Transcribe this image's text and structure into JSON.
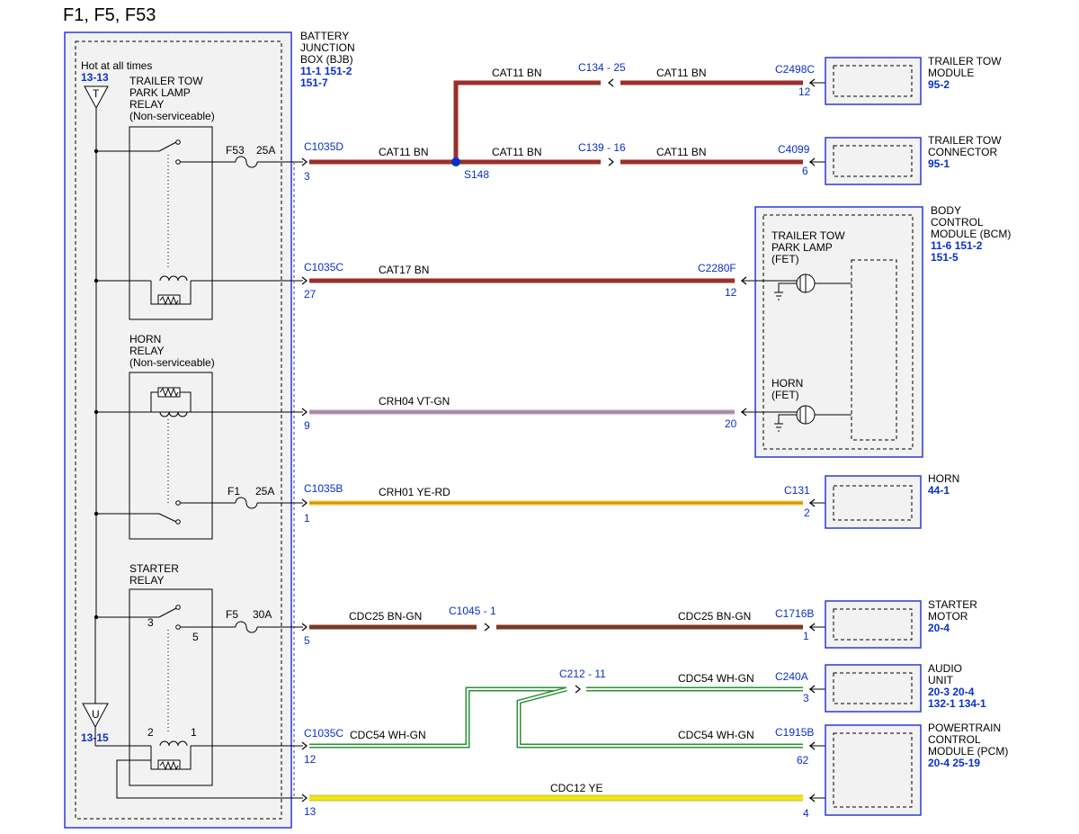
{
  "title": "F1, F5, F53",
  "bjb": {
    "label_lines": [
      "BATTERY",
      "JUNCTION",
      "BOX (BJB)"
    ],
    "ref_line1": "11-1   151-2",
    "ref_line2": "151-7",
    "hot": "Hot at all times",
    "hot_ref": "13-13",
    "u_ref": "13-15",
    "terminal_t": "T",
    "terminal_u": "U"
  },
  "relays": {
    "trailer_tow": [
      "TRAILER TOW",
      "PARK LAMP",
      "RELAY",
      "(Non-serviceable)"
    ],
    "horn": [
      "HORN",
      "RELAY",
      "(Non-serviceable)"
    ],
    "starter": [
      "STARTER",
      "RELAY"
    ],
    "starter_pins": [
      "3",
      "5",
      "2",
      "1"
    ]
  },
  "fuses": [
    {
      "name": "F53",
      "rating": "25A"
    },
    {
      "name": "F1",
      "rating": "25A"
    },
    {
      "name": "F5",
      "rating": "30A"
    }
  ],
  "circuits": {
    "c1035d": {
      "connector": "C1035D",
      "pin": "3",
      "wire": "CAT11  BN",
      "splice": "S148"
    },
    "top_branch": {
      "wire_left": "CAT11  BN",
      "inline": "C134 - 25",
      "wire_right": "CAT11  BN",
      "end_connector": "C2498C",
      "end_pin": "12"
    },
    "lower_branch": {
      "wire_left": "CAT11  BN",
      "inline": "C139 - 16",
      "wire_right": "CAT11  BN",
      "end_connector": "C4099",
      "end_pin": "6"
    },
    "c1035c_27": {
      "connector": "C1035C",
      "pin": "27",
      "wire": "CAT17  BN",
      "end_connector": "C2280F",
      "end_pin": "12"
    },
    "horn_feed": {
      "pin": "9",
      "wire": "CRH04  VT-GN",
      "end_pin": "20"
    },
    "c1035b": {
      "connector": "C1035B",
      "pin": "1",
      "wire": "CRH01  YE-RD",
      "end_connector": "C131",
      "end_pin": "2"
    },
    "starter": {
      "pin": "5",
      "wire_left": "CDC25  BN-GN",
      "inline": "C1045 - 1",
      "wire_right": "CDC25  BN-GN",
      "end_connector": "C1716B",
      "end_pin": "1"
    },
    "audio": {
      "inline": "C212 - 11",
      "wire": "CDC54  WH-GN",
      "end_connector": "C240A",
      "end_pin": "3"
    },
    "c1035c_12": {
      "connector": "C1035C",
      "pin": "12",
      "wire_left": "CDC54  WH-GN",
      "wire_right": "CDC54  WH-GN",
      "end_connector": "C1915B",
      "end_pin": "62"
    },
    "pcm_feed": {
      "pin": "13",
      "wire": "CDC12  YE",
      "end_pin": "4"
    }
  },
  "components": {
    "trailer_module": {
      "lines": [
        "TRAILER TOW",
        "MODULE"
      ],
      "ref": "95-2"
    },
    "trailer_connector": {
      "lines": [
        "TRAILER TOW",
        "CONNECTOR"
      ],
      "ref": "95-1"
    },
    "bcm": {
      "lines": [
        "BODY",
        "CONTROL",
        "MODULE (BCM)"
      ],
      "ref1": "11-6   151-2",
      "ref2": "151-5",
      "fet1": [
        "TRAILER TOW",
        "PARK LAMP",
        "(FET)"
      ],
      "fet2": [
        "HORN",
        "(FET)"
      ]
    },
    "horn": {
      "lines": [
        "HORN"
      ],
      "ref": "44-1"
    },
    "starter_motor": {
      "lines": [
        "STARTER",
        "MOTOR"
      ],
      "ref": "20-4"
    },
    "audio_unit": {
      "lines": [
        "AUDIO",
        "UNIT"
      ],
      "ref1": "20-3   20-4",
      "ref2": "132-1  134-1"
    },
    "pcm": {
      "lines": [
        "POWERTRAIN",
        "CONTROL",
        "MODULE (PCM)"
      ],
      "ref": "20-4   25-19"
    }
  },
  "colors": {
    "bn": "#9b2f2a",
    "bn_gn": "#7a3a24",
    "ye": "#f2e614",
    "ye_rd": "#d99a17",
    "vt_gn": "#c68ec4",
    "wh_gn": "#2f8f3a",
    "blue": "#0a2fd0"
  }
}
